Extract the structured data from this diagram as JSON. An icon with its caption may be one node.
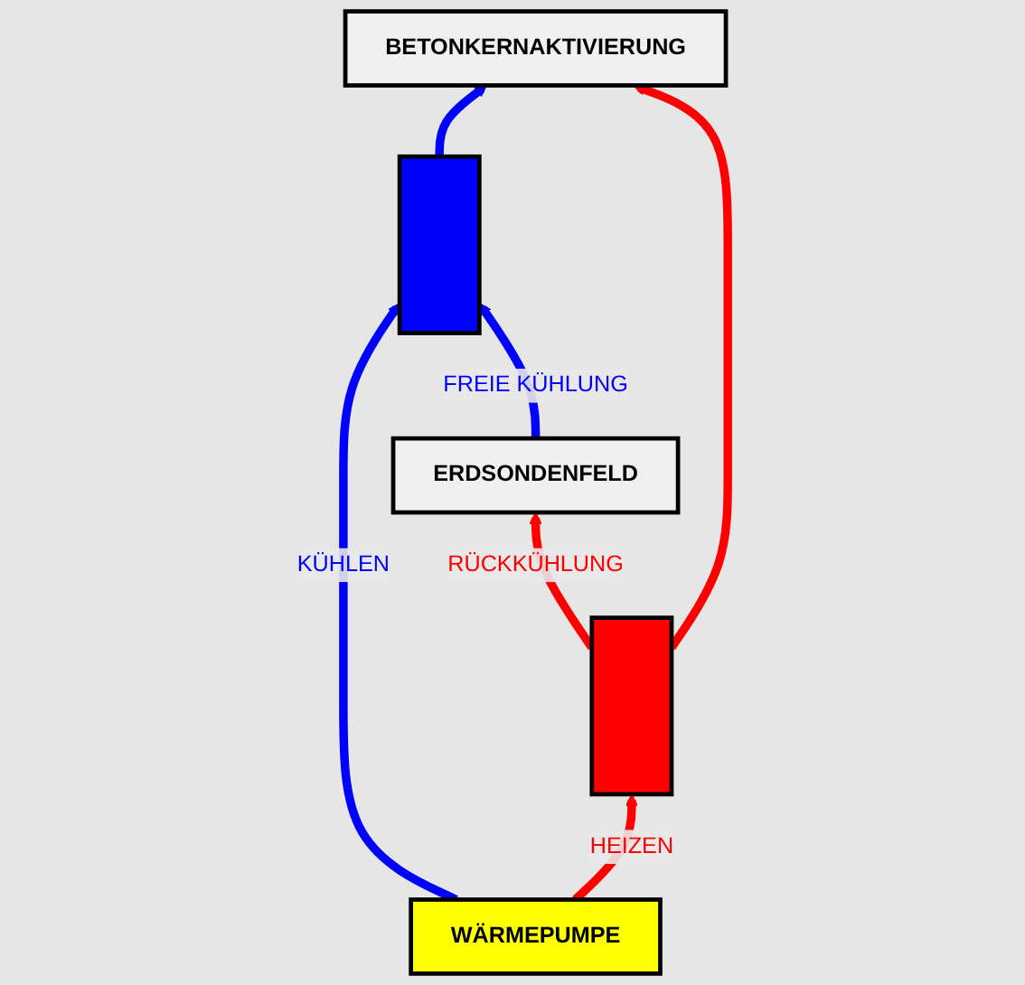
{
  "diagram": {
    "nodes": [
      {
        "text": [
          "BETONKERNAKTIVIERUNG"
        ]
      },
      {
        "text": [],
        "shape": "bar"
      },
      {
        "text": [
          "WÄRMEPUMPE"
        ]
      },
      {
        "text": [],
        "shape": "bar"
      },
      {
        "text": [
          "ERDSONDENFELD"
        ]
      }
    ],
    "edges": [
      {
        "from": 1,
        "to": 0,
        "arrow": "to",
        "color": "#0000ff"
      },
      {
        "from": 3,
        "to": 0,
        "arrow": "to",
        "color": "#ff0000"
      },
      {
        "from": 2,
        "to": 1,
        "arrow": "to",
        "label": "KÜHLEN",
        "color": "#0000ff"
      },
      {
        "from": 2,
        "to": 3,
        "arrow": "to",
        "label": "HEIZEN",
        "color": "#ff0000"
      },
      {
        "from": 3,
        "to": 4,
        "arrow": "to",
        "label": "RÜCKKÜHLUNG",
        "color": "#ff0000"
      },
      {
        "from": 4,
        "to": 1,
        "arrow": "to",
        "label": "FREIE KÜHLUNG",
        "color": "#0000ff"
      }
    ]
  }
}
